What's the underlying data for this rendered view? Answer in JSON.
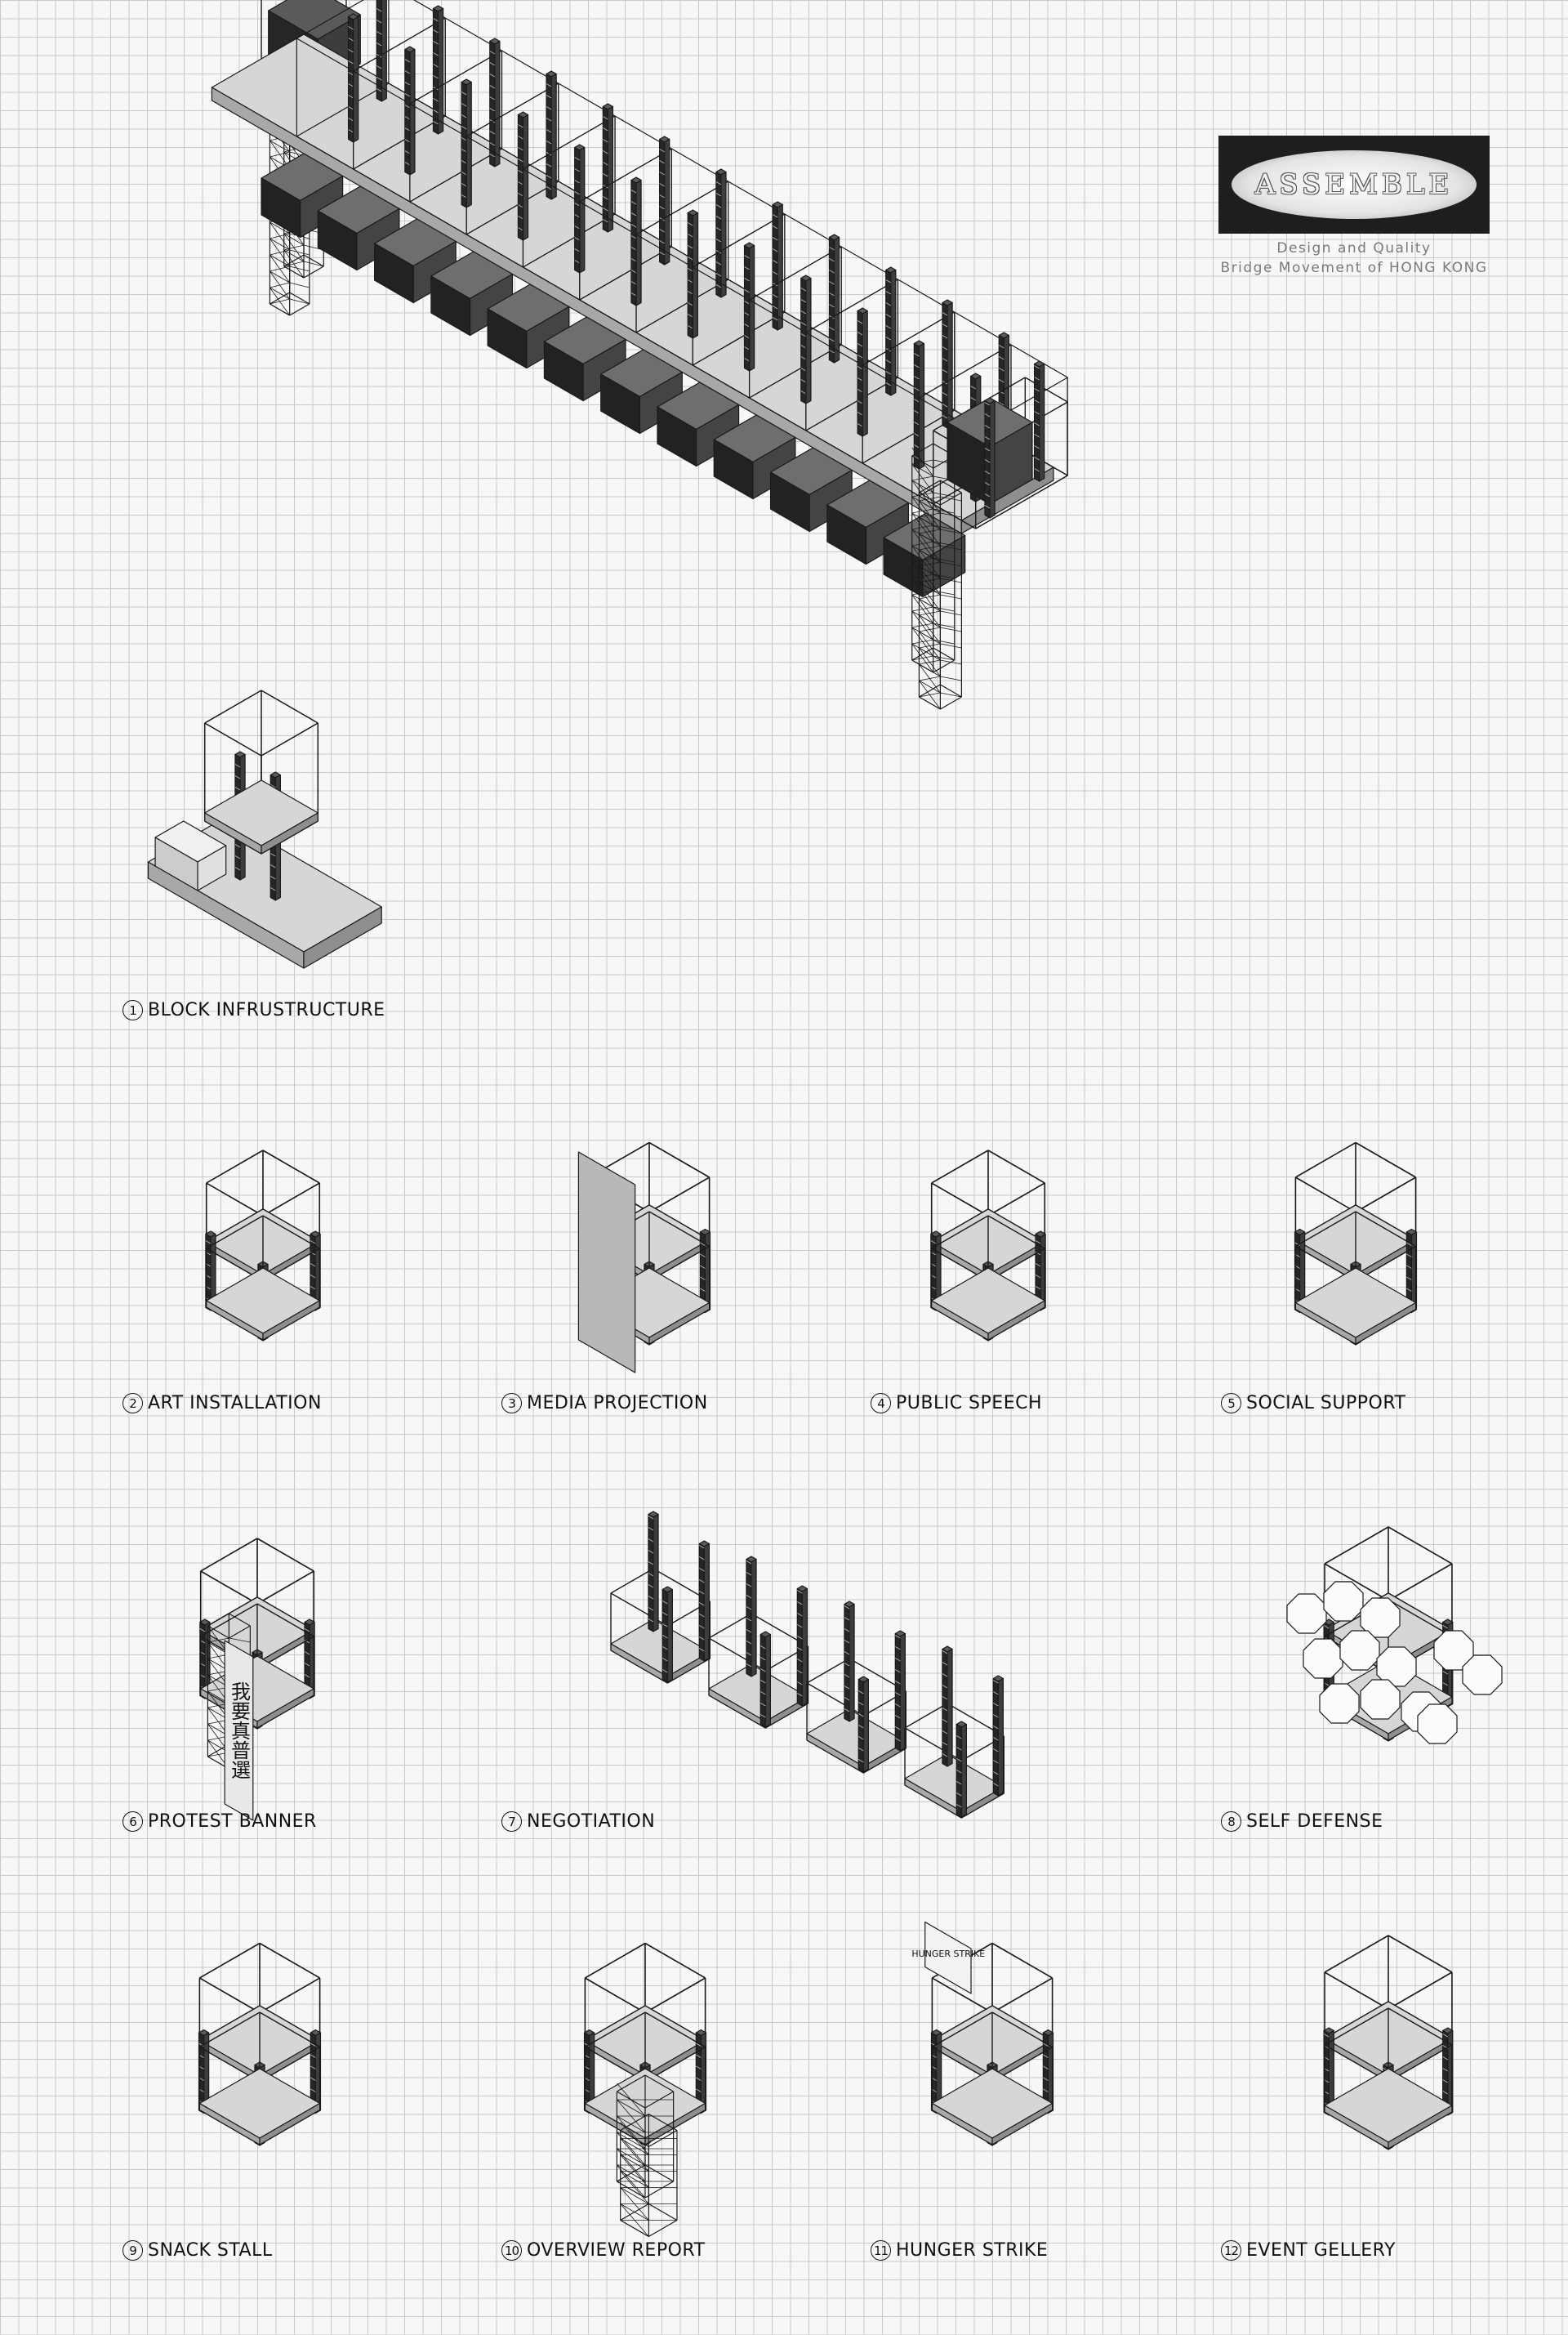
{
  "logo": {
    "wordmark": "ASSEMBLE",
    "subtitle_line1": "Design and Quality",
    "subtitle_line2": "Bridge Movement of HONG KONG"
  },
  "modules": [
    {
      "number": "1",
      "label": "BLOCK INFRUSTRUCTURE"
    },
    {
      "number": "2",
      "label": "ART INSTALLATION"
    },
    {
      "number": "3",
      "label": "MEDIA PROJECTION"
    },
    {
      "number": "4",
      "label": "PUBLIC SPEECH"
    },
    {
      "number": "5",
      "label": "SOCIAL SUPPORT"
    },
    {
      "number": "6",
      "label": "PROTEST BANNER"
    },
    {
      "number": "7",
      "label": "NEGOTIATION"
    },
    {
      "number": "8",
      "label": "SELF DEFENSE"
    },
    {
      "number": "9",
      "label": "SNACK STALL"
    },
    {
      "number": "10",
      "label": "OVERVIEW REPORT"
    },
    {
      "number": "11",
      "label": "HUNGER STRIKE"
    },
    {
      "number": "12",
      "label": "EVENT GELLERY"
    }
  ],
  "banner_text": "我要真普選",
  "placard_text": "HUNGER STRIKE",
  "palette": {
    "ink": "#1a1a1a",
    "dark": "#2e2e2e",
    "mid": "#8e8e8e",
    "light": "#d6d6d6",
    "paper": "#f7f7f7"
  }
}
